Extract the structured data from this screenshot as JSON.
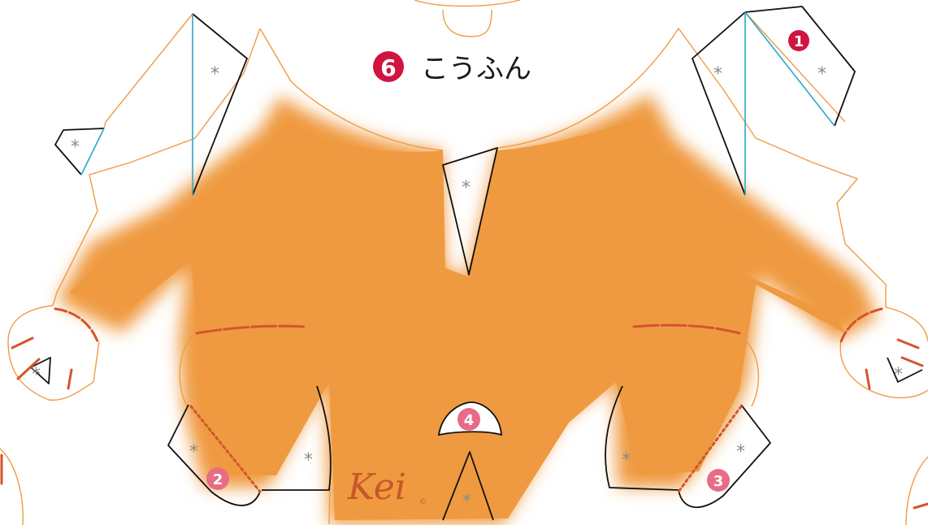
{
  "title": {
    "step_number": "6",
    "text": "こうふん"
  },
  "markers": [
    "1",
    "2",
    "3",
    "4"
  ],
  "fold_mark": "*",
  "signature": {
    "text": "Kei",
    "mark": "©"
  },
  "colors": {
    "fur": "#ef9a40",
    "outline": "#ee9c45",
    "cut_line": "#111111",
    "fold_line": "#2aa7c9",
    "stitch": "#d3552b",
    "step_badge": "#d0143f",
    "marker_badge": "#e86c86"
  }
}
